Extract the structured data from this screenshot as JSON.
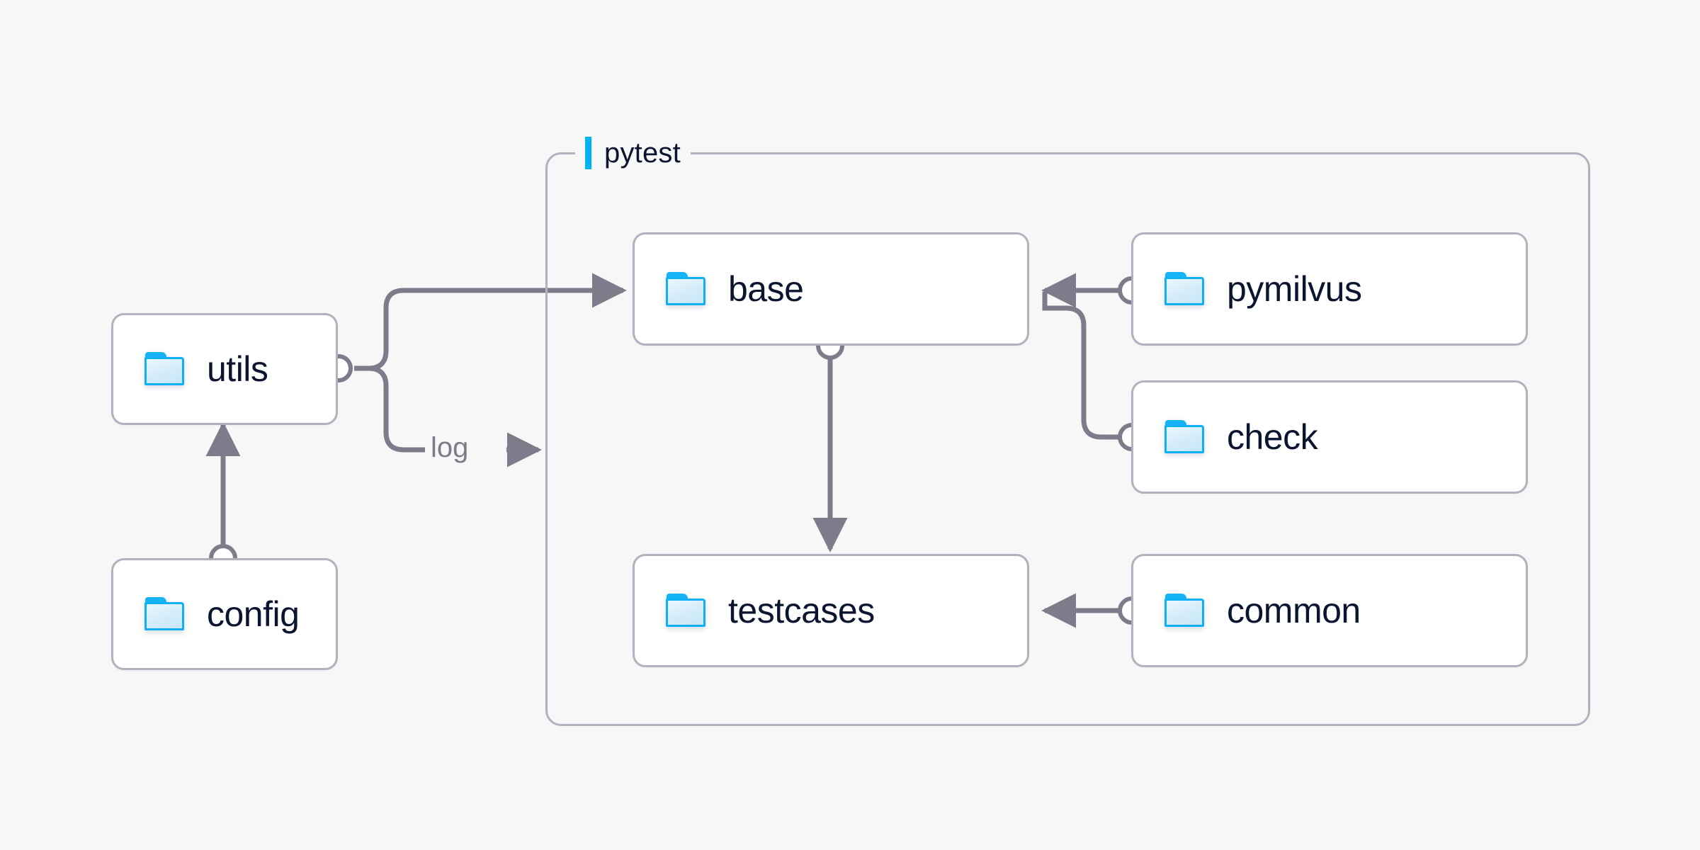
{
  "diagram": {
    "title": "pytest test framework module dependency diagram",
    "background_color": "#f7f7f8",
    "accent_color": "#00b2f0",
    "node_border_color": "#b3b1be",
    "edge_color": "#7c7c8a",
    "label_text_color": "#0b1530"
  },
  "group": {
    "name": "pytest-group",
    "label": "pytest",
    "accent_color": "#00b2f0"
  },
  "nodes": [
    {
      "id": "utils",
      "label": "utils",
      "icon": "folder-icon",
      "group": "outside"
    },
    {
      "id": "config",
      "label": "config",
      "icon": "folder-icon",
      "group": "outside"
    },
    {
      "id": "base",
      "label": "base",
      "icon": "folder-icon",
      "group": "pytest"
    },
    {
      "id": "testcases",
      "label": "testcases",
      "icon": "folder-icon",
      "group": "pytest"
    },
    {
      "id": "pymilvus",
      "label": "pymilvus",
      "icon": "folder-icon",
      "group": "outside"
    },
    {
      "id": "check",
      "label": "check",
      "icon": "folder-icon",
      "group": "outside"
    },
    {
      "id": "common",
      "label": "common",
      "icon": "folder-icon",
      "group": "outside"
    }
  ],
  "edges": [
    {
      "id": "utils-base",
      "from": "utils",
      "to": "base",
      "label": ""
    },
    {
      "id": "utils-log",
      "from": "utils",
      "to": "pytest",
      "label": "log"
    },
    {
      "id": "config-utils",
      "from": "config",
      "to": "utils",
      "label": ""
    },
    {
      "id": "base-testcases",
      "from": "base",
      "to": "testcases",
      "label": ""
    },
    {
      "id": "pymilvus-base",
      "from": "pymilvus",
      "to": "base",
      "label": ""
    },
    {
      "id": "check-base",
      "from": "check",
      "to": "base",
      "label": ""
    },
    {
      "id": "common-testcases",
      "from": "common",
      "to": "testcases",
      "label": ""
    }
  ],
  "edge_labels": {
    "log": "log"
  }
}
